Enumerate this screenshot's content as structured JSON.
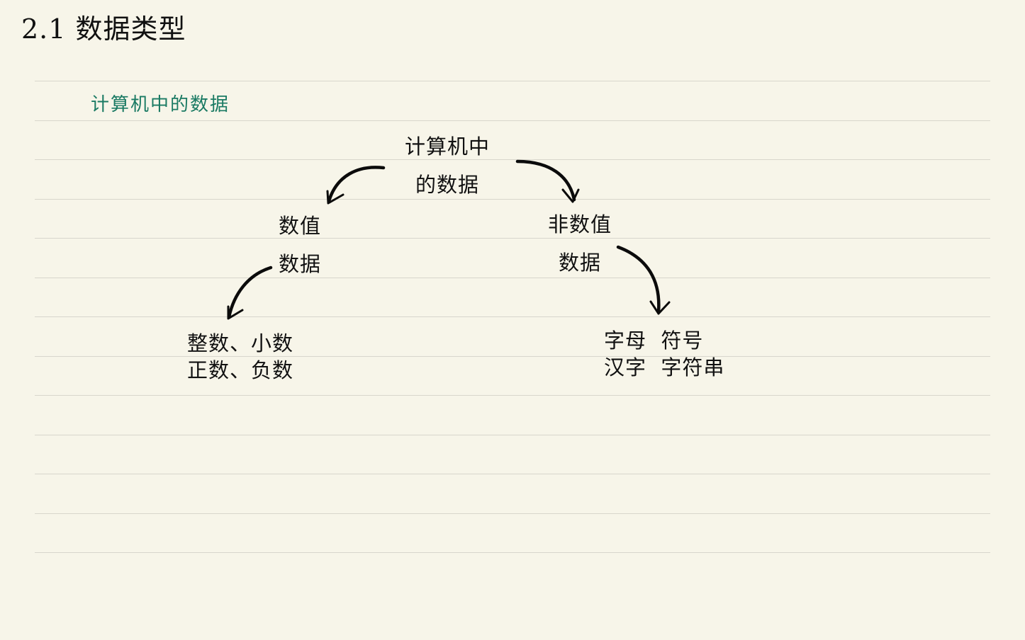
{
  "note": {
    "title": "2.1 数据类型",
    "subtitle": "计算机中的数据",
    "diagram": {
      "root": {
        "line1": "计算机中",
        "line2": "的数据"
      },
      "left": {
        "line1": "数值",
        "line2": "数据",
        "examples": [
          "整数、小数",
          "正数、负数"
        ]
      },
      "right": {
        "line1": "非数值",
        "line2": "数据",
        "examples": [
          "字母  符号",
          "汉字  字符串"
        ]
      }
    }
  }
}
